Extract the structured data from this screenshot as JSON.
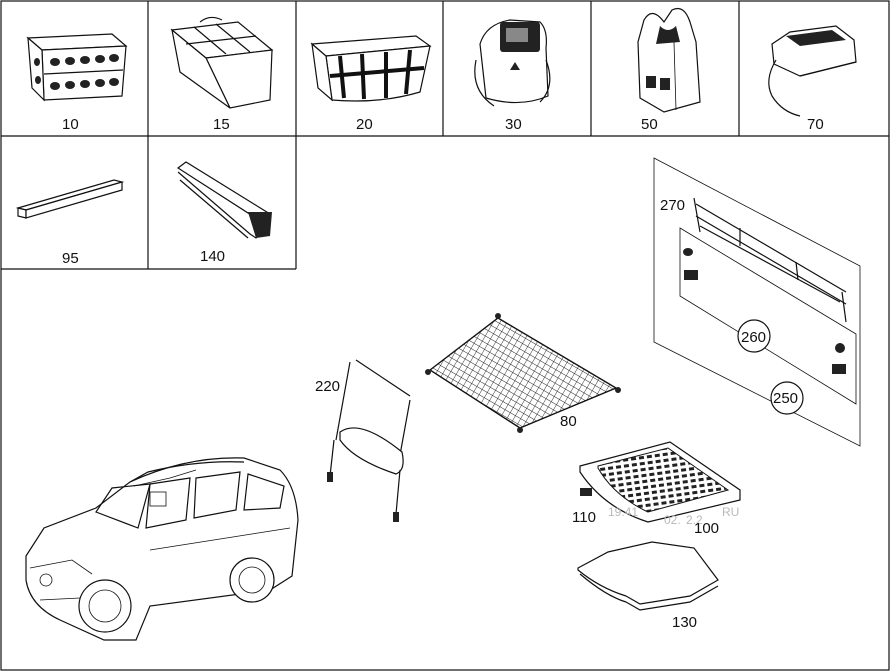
{
  "parts": [
    {
      "id": "p10",
      "label": "10",
      "icon": "crate-icon"
    },
    {
      "id": "p15",
      "label": "15",
      "icon": "organizer-icon"
    },
    {
      "id": "p20",
      "label": "20",
      "icon": "basket-icon"
    },
    {
      "id": "p30",
      "label": "30",
      "icon": "cooler-bag-icon"
    },
    {
      "id": "p50",
      "label": "50",
      "icon": "holder-bag-icon"
    },
    {
      "id": "p70",
      "label": "70",
      "icon": "cool-box-icon"
    },
    {
      "id": "p95",
      "label": "95",
      "icon": "bar-icon"
    },
    {
      "id": "p140",
      "label": "140",
      "icon": "roller-cover-icon"
    },
    {
      "id": "p220",
      "label": "220",
      "icon": "roller-blind-icon"
    },
    {
      "id": "p80",
      "label": "80",
      "icon": "cargo-net-icon"
    },
    {
      "id": "p270",
      "label": "270",
      "icon": "rail-icon"
    },
    {
      "id": "p260",
      "label": "260",
      "icon": "circled-label-icon"
    },
    {
      "id": "p250",
      "label": "250",
      "icon": "circled-label-icon"
    },
    {
      "id": "p110",
      "label": "110",
      "icon": "clip-icon"
    },
    {
      "id": "p100",
      "label": "100",
      "icon": "trunk-tray-icon"
    },
    {
      "id": "p130",
      "label": "130",
      "icon": "floor-mat-icon"
    }
  ],
  "watermark": [
    "19.41",
    "2.2",
    "RU",
    "02."
  ],
  "colors": {
    "line": "#111111",
    "background": "#ffffff",
    "shade": "#bdbdbd",
    "watermark": "#b9b9b9"
  }
}
